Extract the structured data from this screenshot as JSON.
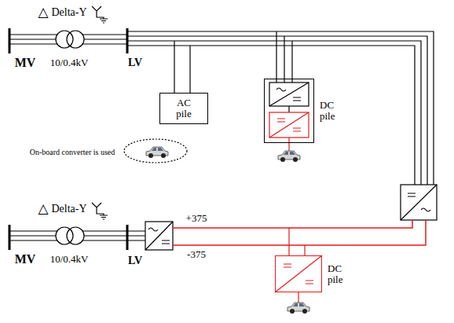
{
  "diagram": {
    "nodes": [
      {
        "text": [
          "AC pile"
        ]
      },
      {
        "text": [
          "DC pile"
        ]
      },
      {
        "text": [
          "DC pile"
        ]
      }
    ],
    "labels": [
      "△",
      "Delta-Y",
      "MV",
      "10/0.4kV",
      "LV",
      "On-board converter is used",
      "△",
      "Delta-Y",
      "+375",
      "MV",
      "10/0.4kV",
      "LV",
      "-375"
    ]
  }
}
